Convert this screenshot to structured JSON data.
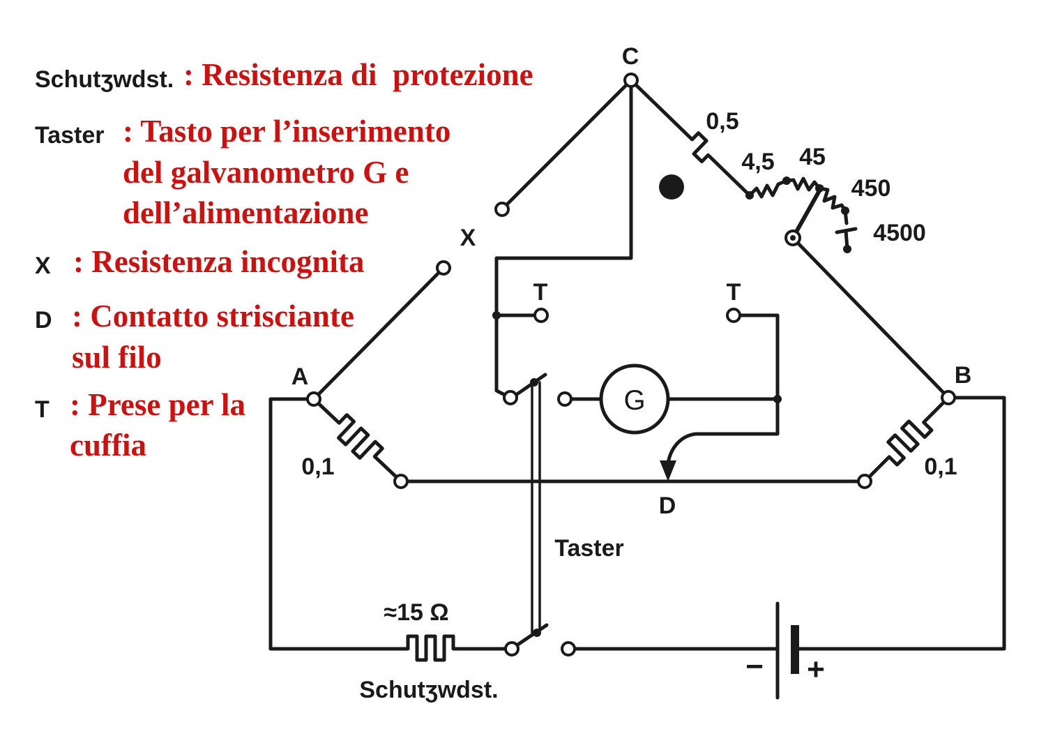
{
  "colors": {
    "ink": "#1a1a1a",
    "legend_text": "#cc1111",
    "background": "#ffffff"
  },
  "legend": [
    {
      "term": "Schutʒwdst.",
      "lines": [
        ": Resistenza di  protezione"
      ]
    },
    {
      "term": "Taster",
      "lines": [
        ": Tasto per l’inserimento",
        "del galvanometro G e",
        "dell’alimentazione"
      ]
    },
    {
      "term": "X",
      "lines": [
        ": Resistenza incognita"
      ]
    },
    {
      "term": "D",
      "lines": [
        ": Contatto strisciante",
        "sul filo"
      ]
    },
    {
      "term": "T",
      "lines": [
        ": Prese per la",
        "cuffia"
      ]
    }
  ],
  "diagram": {
    "nodes": {
      "c": "C",
      "x": "X",
      "a": "A",
      "b": "B",
      "d": "D"
    },
    "decade_resistors": [
      "0,5",
      "4,5",
      "45",
      "450",
      "4500"
    ],
    "ratio_resistors": {
      "left": "0,1",
      "right": "0,1"
    },
    "galvanometer": "G",
    "headphone_jacks": [
      "T",
      "T"
    ],
    "key": "Taster",
    "protective_resistor": {
      "value": "≈15 Ω",
      "label": "Schutʒwdst."
    },
    "battery": {
      "negative": "−",
      "positive": "+"
    }
  }
}
